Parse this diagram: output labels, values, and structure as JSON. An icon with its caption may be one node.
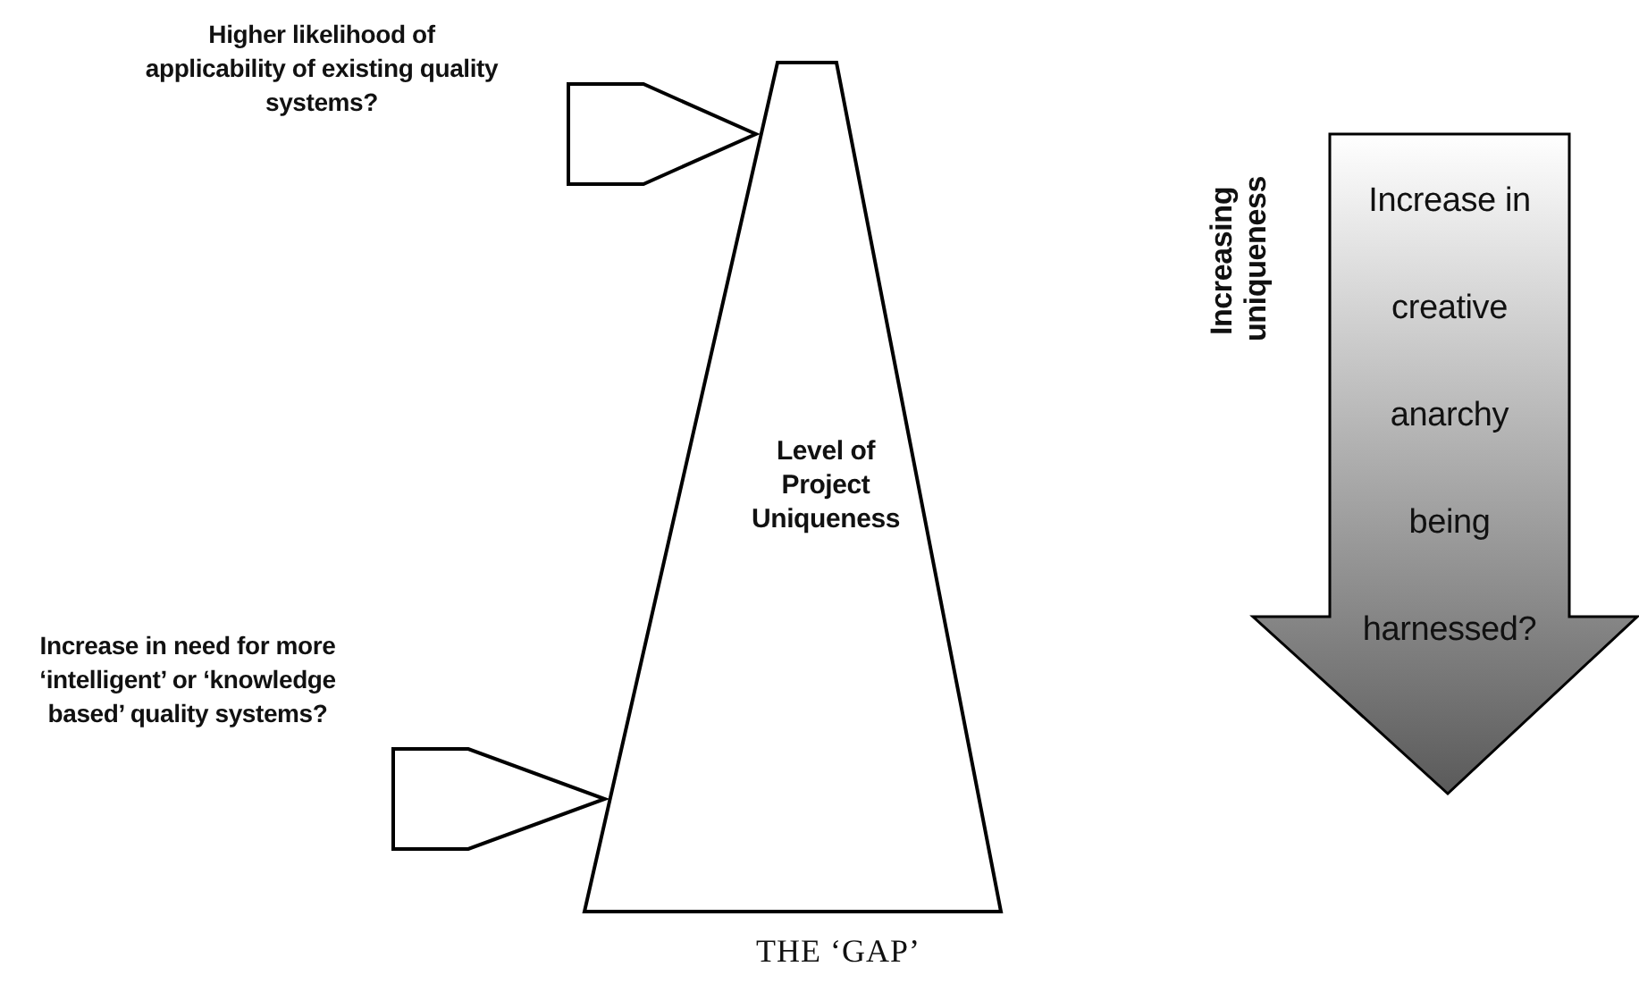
{
  "diagram": {
    "nodes": [
      {
        "text": [
          "Level of Project Uniqueness"
        ],
        "beside": [
          "THE ‘GAP’"
        ]
      },
      {
        "text": [
          "Higher likelihood of applicability of existing quality systems?"
        ]
      },
      {
        "text": [
          "Increase in need for more ‘intelligent’ or ‘knowledge based’ quality systems?"
        ]
      },
      {
        "text": [
          "Increase in creative anarchy being harnessed?"
        ]
      }
    ],
    "edges": [
      {
        "from": 1,
        "to": 0,
        "arrow": "to"
      },
      {
        "from": 2,
        "to": 0,
        "arrow": "to"
      }
    ],
    "labels": [
      "Increasing uniqueness"
    ]
  }
}
